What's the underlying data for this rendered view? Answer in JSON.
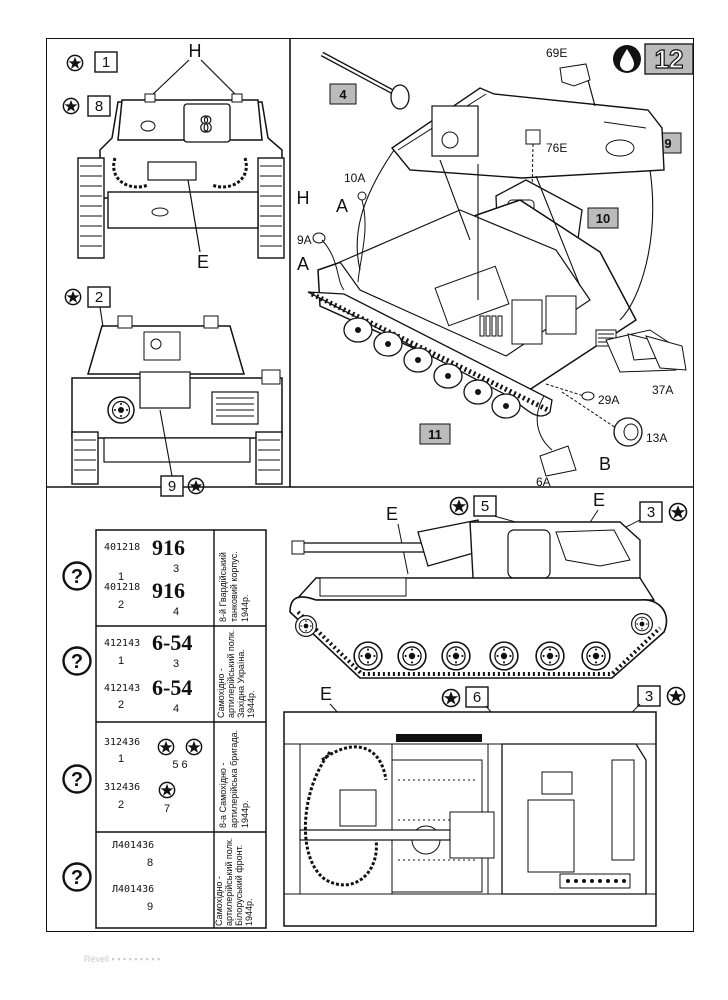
{
  "page": {
    "step_number": "12",
    "footer_text": "Revell ▪ ▪ ▪ ▪ ▪ ▪ ▪ ▪ ▪"
  },
  "views": {
    "front": {
      "box": "8",
      "callout": "1",
      "h_label": "H",
      "e_label": "E"
    },
    "rear": {
      "box_top": "2",
      "box_bottom": "9"
    },
    "side": {
      "box_left": "5",
      "box_right": "3",
      "e1": "E",
      "e2": "E"
    },
    "top": {
      "box_left": "6",
      "box_right": "3",
      "e_label": "E"
    }
  },
  "assembly": {
    "parts": {
      "p69E": "69E",
      "p76E": "76E",
      "p10A": "10A",
      "p9A": "9A",
      "p37A": "37A",
      "p29A": "29A",
      "p13A": "13A",
      "p6A": "6A"
    },
    "letters": {
      "h": "H",
      "a1": "A",
      "a2": "A",
      "b": "B"
    },
    "steps": {
      "s4": "4",
      "s9": "9",
      "s10": "10",
      "s11": "11"
    }
  },
  "decals": {
    "rows": [
      {
        "variants": [
          {
            "code": "401218",
            "number": "1",
            "big": "916",
            "big_num": "3"
          },
          {
            "code": "401218",
            "number": "2",
            "big": "916",
            "big_num": "4"
          }
        ],
        "unit": [
          "8-й Гвардійський",
          "танковий корпус.",
          "1944р."
        ]
      },
      {
        "variants": [
          {
            "code": "412143",
            "number": "1",
            "big": "6-54",
            "big_num": "3"
          },
          {
            "code": "412143",
            "number": "2",
            "big": "6-54",
            "big_num": "4"
          }
        ],
        "unit": [
          "Самохідно -",
          "артилерійський полк.",
          "Західна Україна.",
          "1944р."
        ]
      },
      {
        "variants": [
          {
            "code": "312436",
            "number": "1",
            "big": "",
            "big_num": "5  6"
          },
          {
            "code": "312436",
            "number": "2",
            "big": "",
            "big_num": "7"
          }
        ],
        "unit": [
          "8-а Самохідно -",
          "артилерійська бригада.",
          "1944р."
        ]
      },
      {
        "variants": [
          {
            "code": "Л401436",
            "number": "8",
            "big": "",
            "big_num": ""
          },
          {
            "code": "Л401436",
            "number": "9",
            "big": "",
            "big_num": ""
          }
        ],
        "unit": [
          "Самохідно -",
          "артилерійський полк.",
          "Білоруський фронт.",
          "1944р."
        ]
      }
    ]
  },
  "colors": {
    "ink": "#111111",
    "paper": "#ffffff",
    "fill_gray": "#bbbbbb"
  },
  "icons": [
    "question-icon",
    "paint-drop-icon",
    "star-icon"
  ]
}
